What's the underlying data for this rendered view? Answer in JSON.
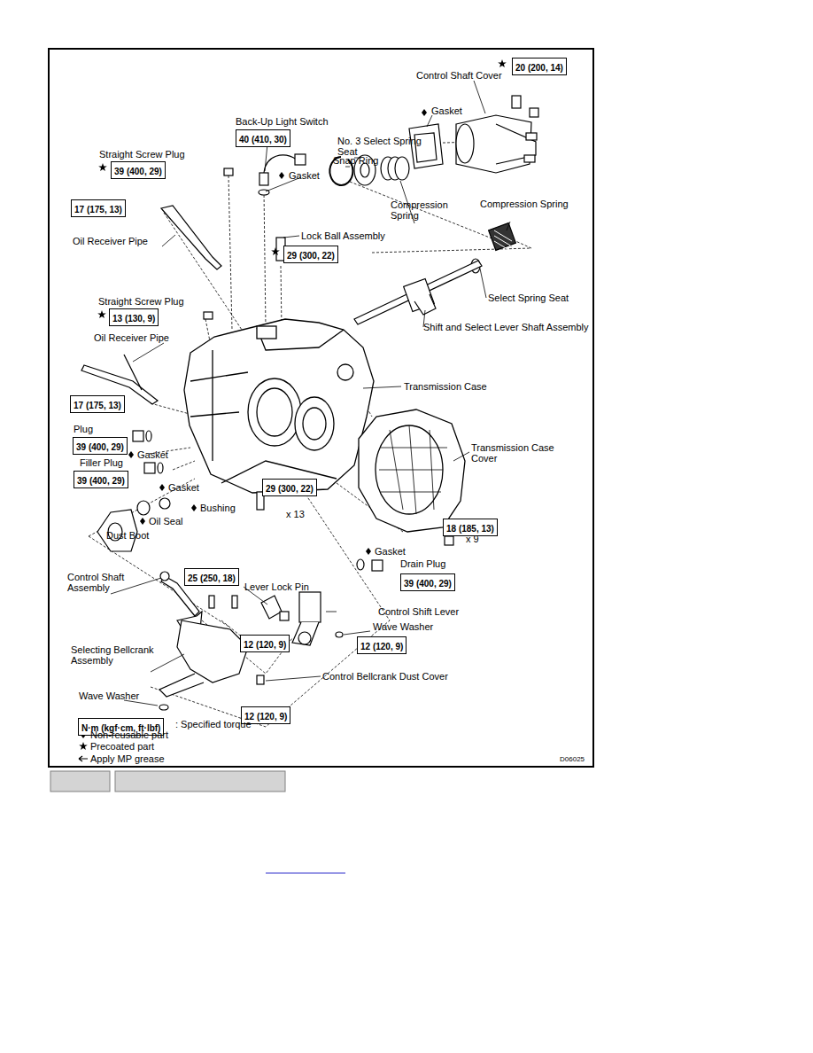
{
  "diagram": {
    "nodes": [
      {
        "text": [
          "20 (200, 14)"
        ]
      },
      {
        "text": [
          "40 (410, 30)"
        ]
      },
      {
        "text": [
          "39 (400, 29)"
        ]
      },
      {
        "text": [
          "17 (175, 13)"
        ]
      },
      {
        "text": [
          "29 (300, 22)"
        ]
      },
      {
        "text": [
          "13 (130, 9)"
        ]
      },
      {
        "text": [
          "17 (175, 13)"
        ]
      },
      {
        "text": [
          "39 (400, 29)"
        ]
      },
      {
        "text": [
          "39 (400, 29)"
        ]
      },
      {
        "text": [
          "29 (300, 22)"
        ]
      },
      {
        "text": [
          "18 (185, 13)"
        ]
      },
      {
        "text": [
          "25 (250, 18)"
        ]
      },
      {
        "text": [
          "39 (400, 29)"
        ]
      },
      {
        "text": [
          "12 (120, 9)"
        ]
      },
      {
        "text": [
          "12 (120, 9)"
        ]
      },
      {
        "text": [
          "12 (120, 9)"
        ]
      },
      {
        "text": [
          "N·m (kgf·cm, ft·lbf)"
        ]
      }
    ],
    "labels": [
      "Control Shaft Cover",
      "Gasket",
      "Back-Up Light Switch",
      "No. 3 Select Spring Seat",
      "Straight Screw Plug",
      "Snap Ring",
      "Gasket",
      "Compression Spring",
      "Compression Spring",
      "Lock Ball Assembly",
      "Oil Receiver Pipe",
      "Select Spring Seat",
      "Shift and Select Lever Shaft Assembly",
      "Straight Screw Plug",
      "Oil Receiver Pipe",
      "Transmission Case",
      "Transmission Case Cover",
      "Plug",
      "Gasket",
      "Filler Plug",
      "Gasket",
      "Bushing",
      "x 13",
      "Oil Seal",
      "Dust Boot",
      "x 9",
      "Gasket",
      "Drain Plug",
      "Control Shaft Assembly",
      "Lever Lock Pin",
      "Control Shift Lever",
      "Wave Washer",
      "Selecting Bellcrank Assembly",
      "Control Bellcrank Dust Cover",
      "Wave Washer",
      "D06025"
    ],
    "legend": [
      {
        "text": ": Specified torque"
      },
      {
        "text": "Non-reusable part"
      },
      {
        "text": "Precoated part"
      },
      {
        "text": "Apply MP grease"
      }
    ]
  }
}
